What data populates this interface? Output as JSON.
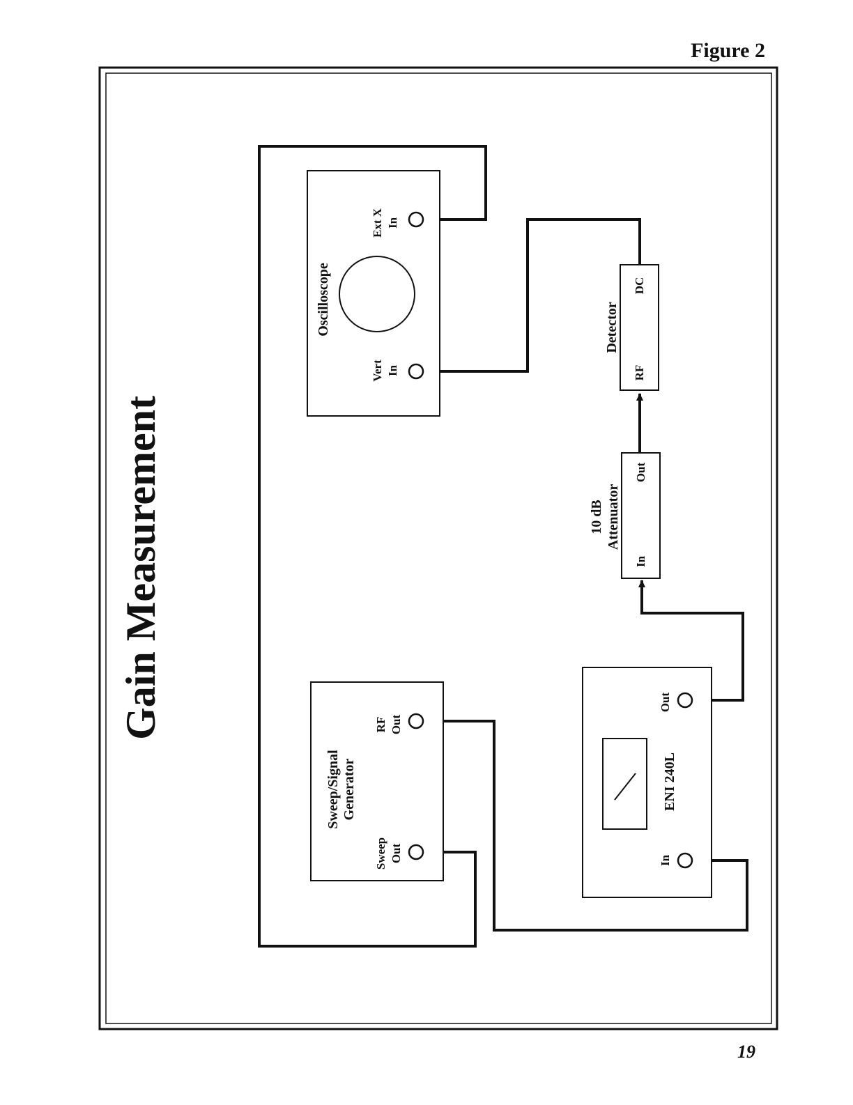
{
  "figure_label": "Figure 2",
  "page_number": "19",
  "title": "Gain Measurement",
  "oscilloscope": {
    "name": "Oscilloscope",
    "vert_in": [
      "Vert",
      "In"
    ],
    "ext_x_in": [
      "Ext X",
      "In"
    ]
  },
  "detector": {
    "name": "Detector",
    "rf": "RF",
    "dc": "DC"
  },
  "attenuator": {
    "name": [
      "10 dB",
      "Attenuator"
    ],
    "in": "In",
    "out": "Out"
  },
  "sweep_generator": {
    "name": [
      "Sweep/Signal",
      "Generator"
    ],
    "sweep_out": [
      "Sweep",
      "Out"
    ],
    "rf_out": [
      "RF",
      "Out"
    ]
  },
  "eni": {
    "name": "ENI 240L",
    "in": "In",
    "out": "Out"
  },
  "colors": {
    "ink": "#111111",
    "paper": "#ffffff"
  }
}
